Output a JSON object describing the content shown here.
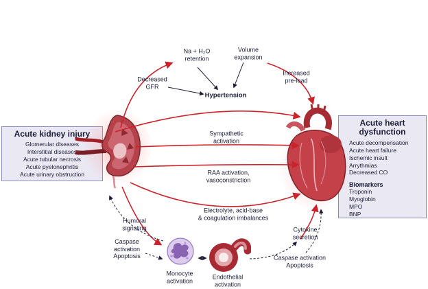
{
  "boxes": {
    "kidney": {
      "title": "Acute kidney injury",
      "items": [
        "Glomerular diseases",
        "Interstitial diseases",
        "Acute tubular necrosis",
        "Acute pyelonephritis",
        "Acute urinary obstruction"
      ]
    },
    "heart": {
      "title": "Acute heart\ndysfunction",
      "items": [
        "Acute decompensation",
        "Acute heart failure",
        "Ischemic insult",
        "Arrythmias",
        "Decreased CO"
      ],
      "biomarkers_title": "Biomarkers",
      "biomarkers": [
        "Troponin",
        "Myoglobin",
        "MPO",
        "BNP"
      ]
    }
  },
  "labels": {
    "na_h2o_retention": "Na + H₂O\nretention",
    "volume_expansion": "Volume\nexpansion",
    "decreased_gfr": "Decreased\nGFR",
    "hypertension": "Hypertension",
    "increased_preload": "Increased\npre-load",
    "sympathetic_activation": "Sympathetic\nactivation",
    "raa_activation": "RAA activation,\nvasoconstriction",
    "electrolyte_imbalances": "Electrolyte, acid-base\n& coagulation imbalances",
    "humoral_signaling": "Humoral\nsignaling",
    "caspase_apoptosis_left": "Caspase\nactivation\nApoptosis",
    "monocyte_activation": "Monocyte\nactivation",
    "endothelial_activation": "Endothelial\nactivation",
    "cytokine_secretion": "Cytokine\nsecretion",
    "caspase_apoptosis_right": "Caspase activation\nApoptosis"
  },
  "colors": {
    "arrow_red": "#cc2229",
    "box_background": "#eae8f3",
    "box_border": "#8a8ab8",
    "text": "#1c1c38"
  }
}
